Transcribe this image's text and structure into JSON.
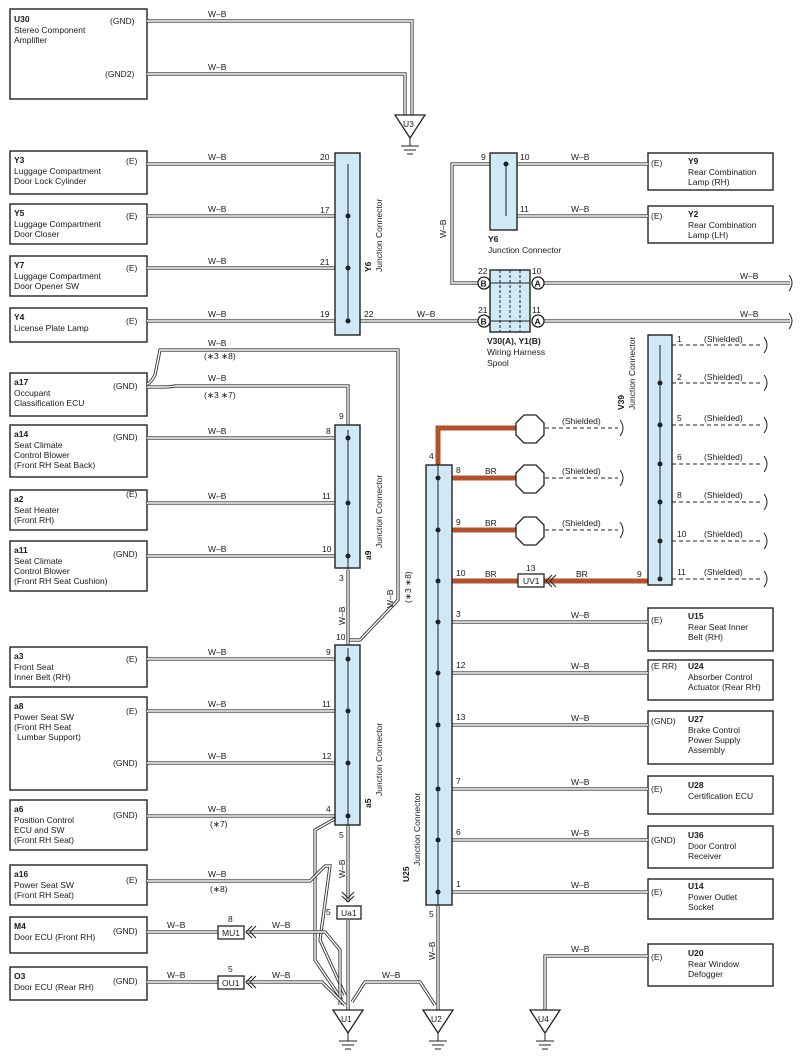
{
  "wire_colors": {
    "wb": "W–B",
    "br": "BR"
  },
  "shielded": "(Shielded)",
  "components": {
    "u30": {
      "code": "U30",
      "name1": "Stereo Component",
      "name2": "Amplifier",
      "pin1": "(GND)",
      "pin2": "(GND2)"
    },
    "y3": {
      "code": "Y3",
      "name1": "Luggage Compartment",
      "name2": "Door Lock Cylinder",
      "pin": "(E)"
    },
    "y5": {
      "code": "Y5",
      "name1": "Luggage Compartment",
      "name2": "Door Closer",
      "pin": "(E)"
    },
    "y7": {
      "code": "Y7",
      "name1": "Luggage Compartment",
      "name2": "Door Opener SW",
      "pin": "(E)"
    },
    "y4": {
      "code": "Y4",
      "name1": "License Plate Lamp",
      "pin": "(E)"
    },
    "a17": {
      "code": "a17",
      "name1": "Occupant",
      "name2": "Classification ECU",
      "pin": "(GND)"
    },
    "a14": {
      "code": "a14",
      "name1": "Seat Climate",
      "name2": "Control Blower",
      "name3": "(Front RH Seat Back)",
      "pin": "(GND)"
    },
    "a2": {
      "code": "a2",
      "name1": "Seat Heater",
      "name2": "(Front RH)",
      "pin": "(E)"
    },
    "a11": {
      "code": "a11",
      "name1": "Seat Climate",
      "name2": "Control Blower",
      "name3": "(Front RH Seat Cushion)",
      "pin": "(GND)"
    },
    "a3": {
      "code": "a3",
      "name1": "Front Seat",
      "name2": "Inner Belt (RH)",
      "pin": "(E)"
    },
    "a8": {
      "code": "a8",
      "name1": "Power Seat SW",
      "name2": "(Front RH Seat",
      "name3": "Lumbar Support)",
      "pin1": "(E)",
      "pin2": "(GND)"
    },
    "a6": {
      "code": "a6",
      "name1": "Position Control",
      "name2": "ECU and SW",
      "name3": "(Front RH Seat)",
      "pin": "(GND)"
    },
    "a16": {
      "code": "a16",
      "name1": "Power Seat SW",
      "name2": "(Front RH Seat)",
      "pin": "(E)"
    },
    "m4": {
      "code": "M4",
      "name1": "Door ECU (Front RH)",
      "pin": "(GND)"
    },
    "o3": {
      "code": "O3",
      "name1": "Door ECU (Rear RH)",
      "pin": "(GND)"
    },
    "y9": {
      "code": "Y9",
      "name1": "Rear Combination",
      "name2": "Lamp (RH)",
      "pin": "(E)"
    },
    "y2": {
      "code": "Y2",
      "name1": "Rear Combination",
      "name2": "Lamp (LH)",
      "pin": "(E)"
    },
    "u15": {
      "code": "U15",
      "name1": "Rear Seat Inner",
      "name2": "Belt (RH)",
      "pin": "(E)"
    },
    "u24": {
      "code": "U24",
      "name1": "Absorber Control",
      "name2": "Actuator (Rear RH)",
      "pin": "(E RR)"
    },
    "u27": {
      "code": "U27",
      "name1": "Brake Control",
      "name2": "Power Supply",
      "name3": "Assembly",
      "pin": "(GND)"
    },
    "u28": {
      "code": "U28",
      "name1": "Certification ECU",
      "pin": "(E)"
    },
    "u36": {
      "code": "U36",
      "name1": "Door Control",
      "name2": "Receiver",
      "pin": "(GND)"
    },
    "u14": {
      "code": "U14",
      "name1": "Power Outlet",
      "name2": "Socket",
      "pin": "(E)"
    },
    "u20": {
      "code": "U20",
      "name1": "Rear Window",
      "name2": "Defogger",
      "pin": "(E)"
    }
  },
  "junctions": {
    "y6_left": {
      "code": "Y6",
      "name": "Junction Connector",
      "pins": [
        "20",
        "17",
        "21",
        "19",
        "22"
      ]
    },
    "y6_top": {
      "code": "Y6",
      "name": "Junction Connector",
      "pins": [
        "9",
        "10",
        "11"
      ]
    },
    "a9": {
      "code": "a9",
      "name": "Junction Connector",
      "pins": [
        "9",
        "8",
        "11",
        "10",
        "3"
      ]
    },
    "a5": {
      "code": "a5",
      "name": "Junction Connector",
      "pins": [
        "10",
        "9",
        "11",
        "12",
        "4",
        "5"
      ]
    },
    "u25": {
      "code": "U25",
      "name": "Junction Connector",
      "pins": [
        "4",
        "8",
        "9",
        "10",
        "3",
        "12",
        "13",
        "7",
        "6",
        "1",
        "5"
      ]
    },
    "v39": {
      "code": "V39",
      "name": "Junction Connector",
      "pins": [
        "1",
        "2",
        "5",
        "6",
        "8",
        "10",
        "11",
        "9"
      ]
    },
    "spool": {
      "code": "V30(A), Y1(B)",
      "name1": "Wiring Harness",
      "name2": "Spool",
      "pins": [
        "22",
        "21",
        "10",
        "11"
      ],
      "tagA": "A",
      "tagB": "B"
    }
  },
  "inline_connectors": {
    "ua1": {
      "label": "Ua1",
      "pin": "5"
    },
    "mu1": {
      "label": "MU1",
      "pin": "8"
    },
    "ou1": {
      "label": "OU1",
      "pin": "5"
    },
    "uv1": {
      "label": "UV1",
      "pin": "13"
    }
  },
  "grounds": {
    "u3": "U3",
    "u1": "U1",
    "u2": "U2",
    "u4": "U4"
  },
  "notes": {
    "n38": "(∗3 ∗8)",
    "n37": "(∗3 ∗7)",
    "n7": "(∗7)",
    "n8": "(∗8)",
    "n38v": "(∗3 ∗8)"
  }
}
